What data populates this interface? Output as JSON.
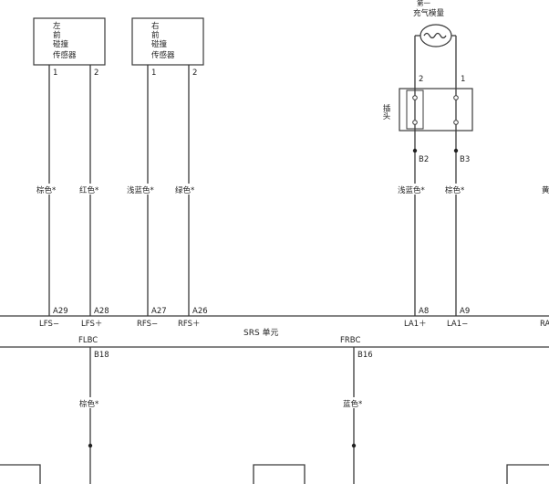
{
  "sensors": {
    "left": {
      "lines": [
        "左",
        "前",
        "碰撞",
        "传感器"
      ],
      "pin1": "1",
      "pin2": "2"
    },
    "right": {
      "lines": [
        "右",
        "前",
        "碰撞",
        "传感器"
      ],
      "pin1": "1",
      "pin2": "2"
    }
  },
  "airbag": {
    "title_lines": [
      "第一",
      "充气模量"
    ],
    "pin_left": "2",
    "pin_right": "1",
    "connector_label": "插头"
  },
  "wire_colors": {
    "lfs_minus": "棕色*",
    "lfs_plus": "红色*",
    "rfs_minus": "浅蓝色*",
    "rfs_plus": "绿色*",
    "la1_plus": "浅蓝色*",
    "la1_minus": "棕色*",
    "edge_partial": "黄",
    "flbc": "棕色*",
    "frbc": "蓝色*"
  },
  "pins": {
    "a29": "A29",
    "a28": "A28",
    "a27": "A27",
    "a26": "A26",
    "a8": "A8",
    "a9": "A9",
    "b2": "B2",
    "b3": "B3",
    "b18": "B18",
    "b16": "B16"
  },
  "signals": {
    "lfs_minus": "LFS−",
    "lfs_plus": "LFS＋",
    "rfs_minus": "RFS−",
    "rfs_plus": "RFS＋",
    "la1_plus": "LA1＋",
    "la1_minus": "LA1−",
    "edge_partial": "RA",
    "flbc": "FLBC",
    "frbc": "FRBC"
  },
  "unit": {
    "label": "SRS 单元"
  }
}
